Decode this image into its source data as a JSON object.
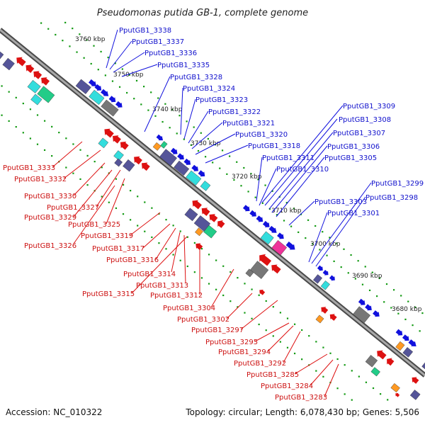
{
  "title": "Pseudomonas putida GB-1, complete genome",
  "accession": "Accession: NC_010322",
  "summary": "Topology: circular; Length: 6,078,430 bp; Genes: 5,506",
  "ticks": [
    "3760 kbp",
    "3750 kbp",
    "3740 kbp",
    "3730 kbp",
    "3720 kbp",
    "3710 kbp",
    "3700 kbp",
    "3690 kbp",
    "3680 kbp"
  ],
  "forward_genes": [
    "PputGB1_3338",
    "PputGB1_3337",
    "PputGB1_3336",
    "PputGB1_3335",
    "PputGB1_3328",
    "PputGB1_3324",
    "PputGB1_3323",
    "PputGB1_3322",
    "PputGB1_3321",
    "PputGB1_3320",
    "PputGB1_3318",
    "PputGB1_3311",
    "PputGB1_3310",
    "PputGB1_3309",
    "PputGB1_3308",
    "PputGB1_3307",
    "PputGB1_3306",
    "PputGB1_3305",
    "PputGB1_3303",
    "PputGB1_3301",
    "PputGB1_3299",
    "PputGB1_3298"
  ],
  "reverse_genes": [
    "PputGB1_3333",
    "PputGB1_3332",
    "PputGB1_3330",
    "PputGB1_3327",
    "PputGB1_3329",
    "PputGB1_3325",
    "PputGB1_3326",
    "PputGB1_3319",
    "PputGB1_3317",
    "PputGB1_3316",
    "PputGB1_3314",
    "PputGB1_3313",
    "PputGB1_3315",
    "PputGB1_3312",
    "PputGB1_3304",
    "PputGB1_3302",
    "PputGB1_3297",
    "PputGB1_3295",
    "PputGB1_3294",
    "PputGB1_3292",
    "PputGB1_3285",
    "PputGB1_3284",
    "PputGB1_3283"
  ],
  "colors": {
    "forward": "#1111dd",
    "reverse": "#dd1111",
    "backbone": "#888888",
    "gc_dots": "#119911",
    "cog_cyan": "#33dddd",
    "cog_purple": "#555599",
    "cog_gray": "#777777",
    "cog_orange": "#ff9922",
    "cog_green": "#22cc88",
    "cog_pink": "#ee3399"
  }
}
